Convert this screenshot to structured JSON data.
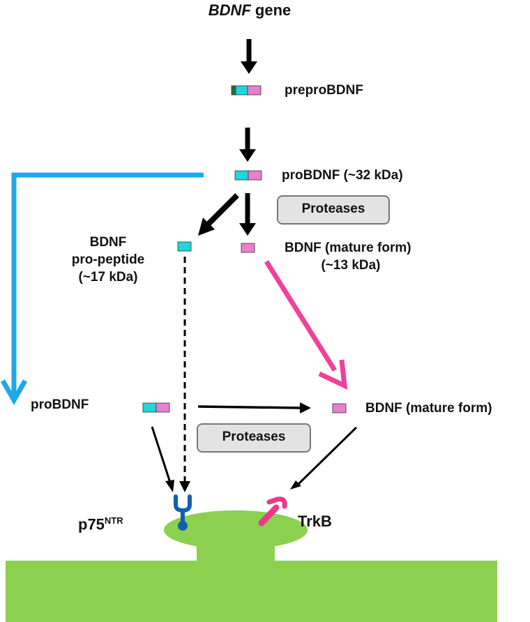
{
  "title": {
    "gene": "BDNF",
    "suffix": " gene"
  },
  "labels": {
    "preproBDNF": "preproBDNF",
    "proBDNF_top": "proBDNF (~32 kDa)",
    "propeptide_line1": "BDNF",
    "propeptide_line2": "pro-peptide",
    "propeptide_line3": "(~17 kDa)",
    "mature_line1": "BDNF (mature form)",
    "mature_line2": "(~13 kDa)",
    "proBDNF_bottom": "proBDNF",
    "mature_bottom": "BDNF (mature form)",
    "p75_base": "p75",
    "p75_sup": "NTR",
    "trkb": "TrkB"
  },
  "boxes": {
    "proteases_top": "Proteases",
    "proteases_bottom": "Proteases"
  },
  "colors": {
    "cyan": "#22d4dc",
    "pink": "#ea7fd0",
    "dark_green": "#1f6f4a",
    "blue_arrow": "#1ea8e8",
    "magenta_arrow": "#f0409a",
    "membrane": "#8cd04f",
    "p75_receptor": "#1060b0",
    "trkb_receptor": "#e83a8a"
  }
}
